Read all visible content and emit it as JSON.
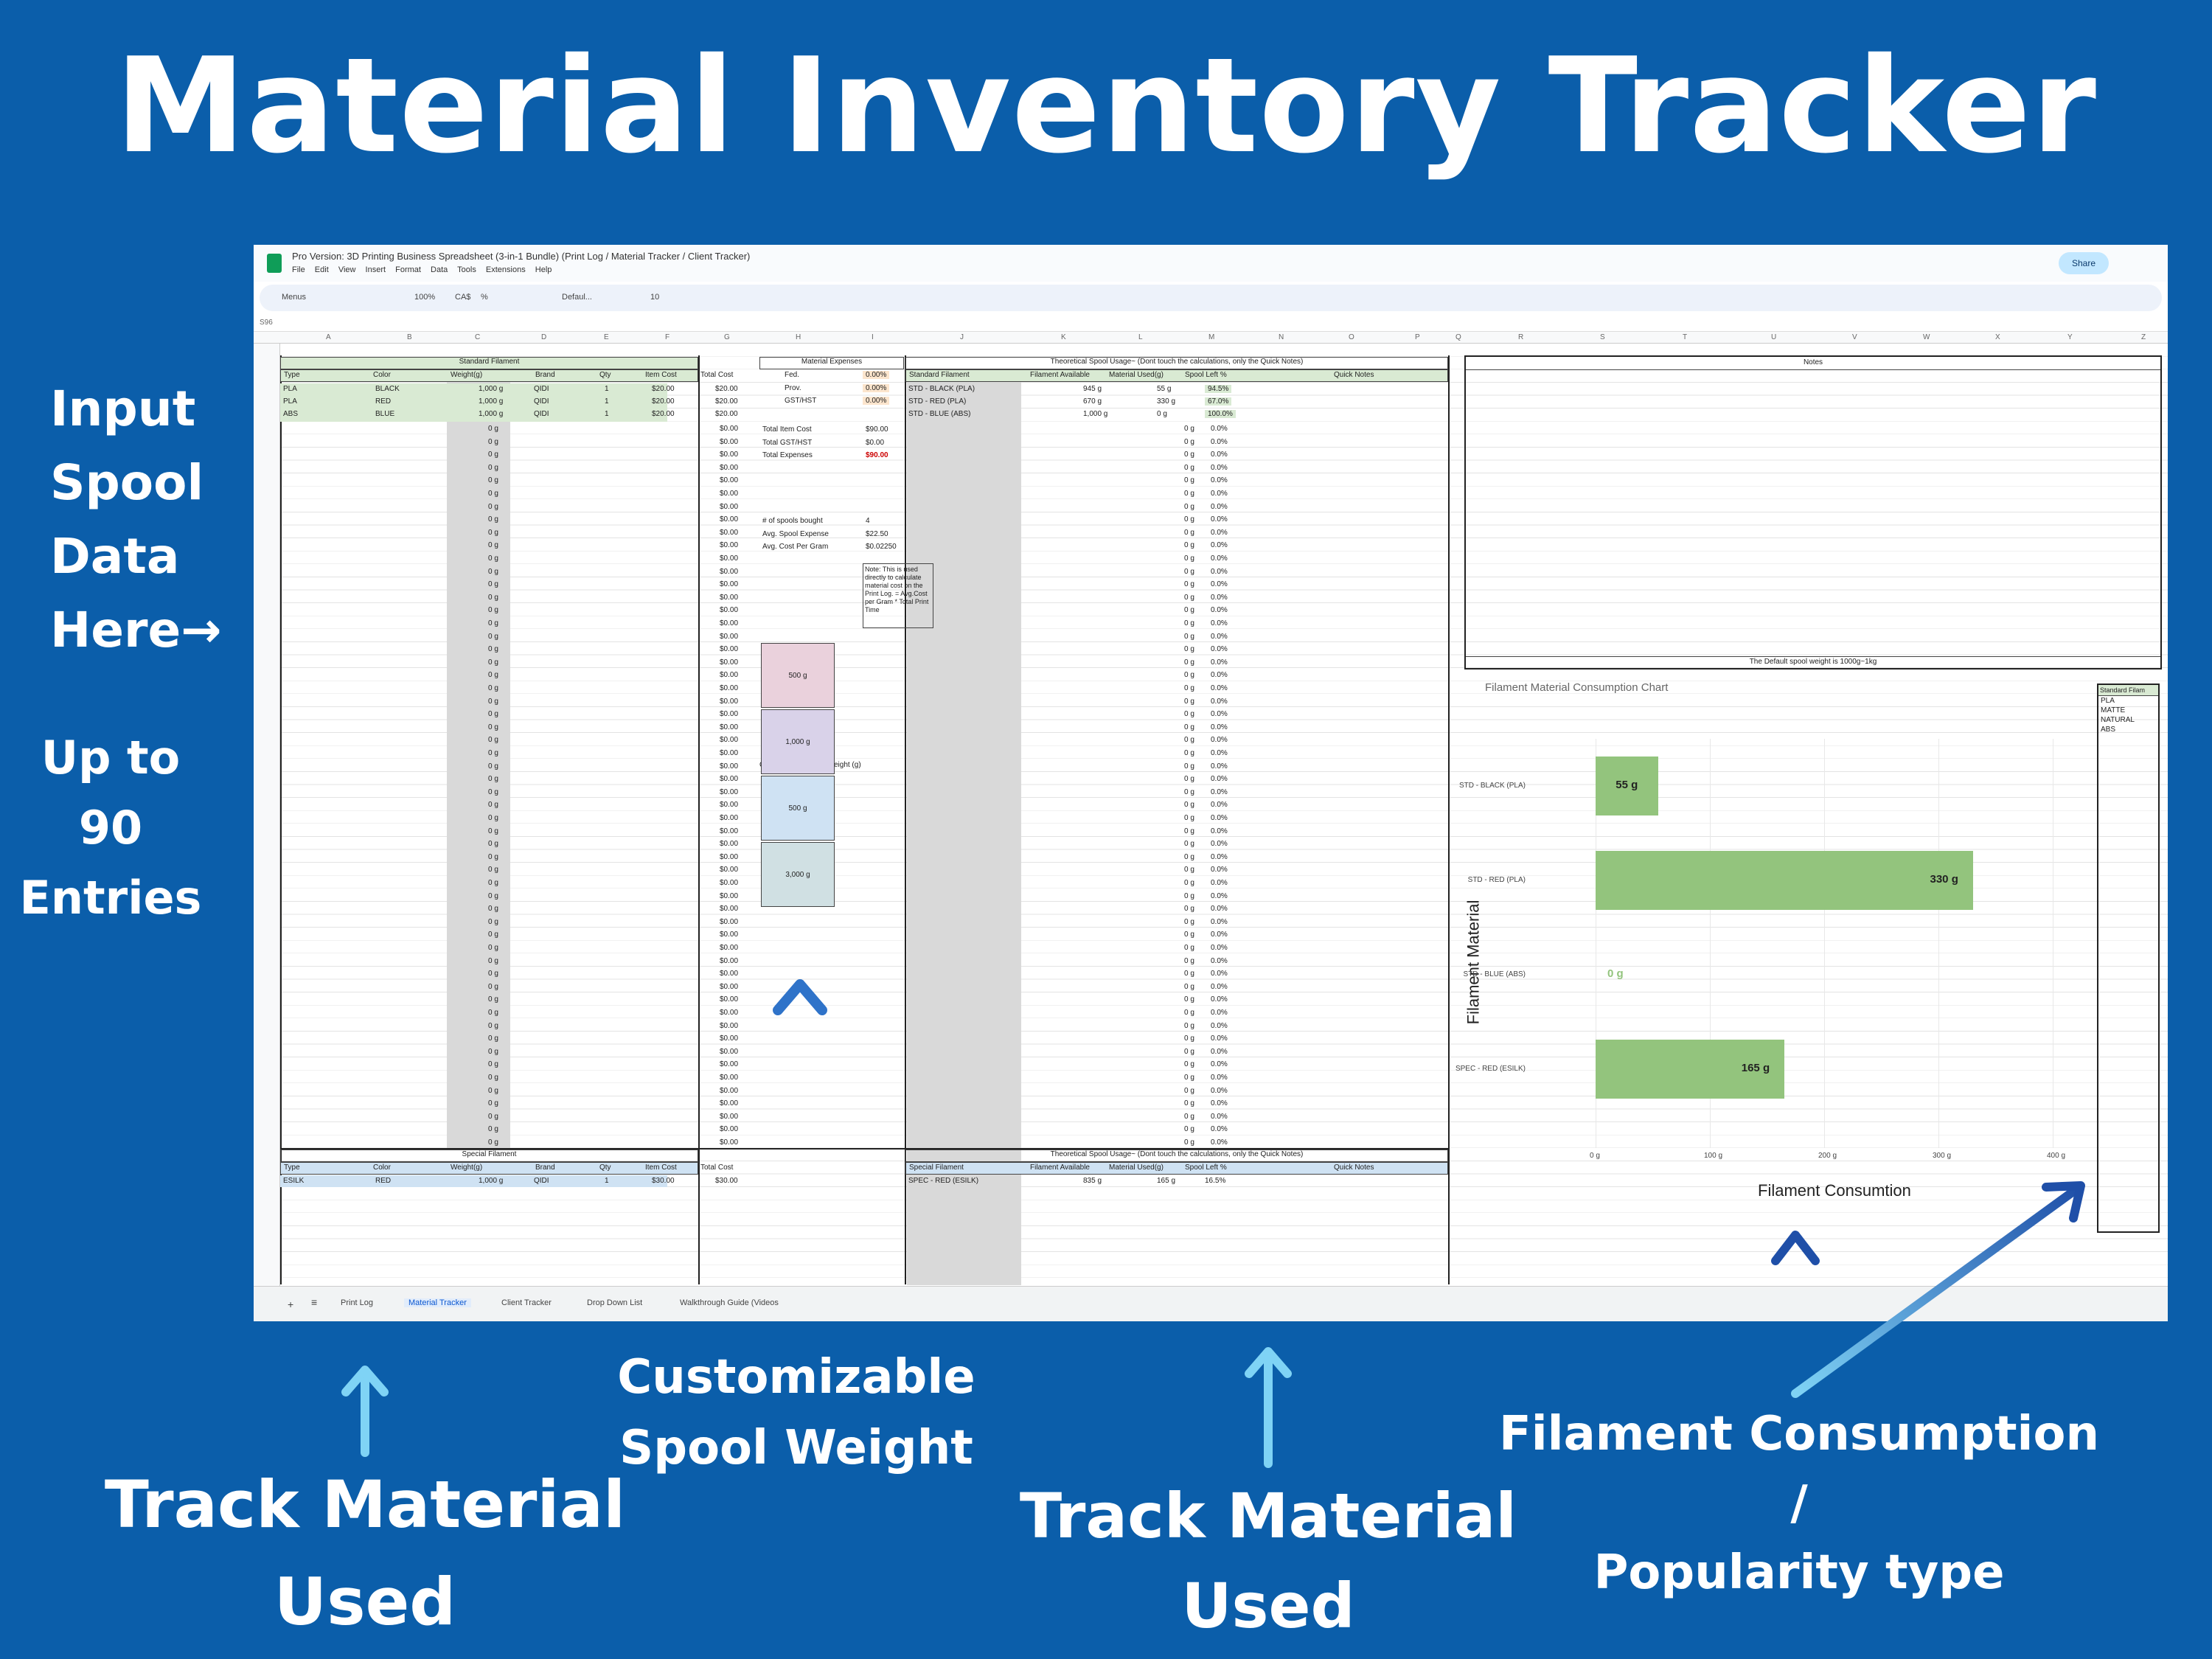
{
  "headline": "Material Inventory Tracker",
  "callouts": {
    "input_spool": [
      "Input",
      "Spool",
      "Data",
      "Here→"
    ],
    "up_to": [
      "Up to",
      "90",
      "Entries"
    ],
    "customizable": [
      "Customizable",
      "Spool Weight"
    ],
    "track_left": [
      "Track Material",
      "Used"
    ],
    "track_right": [
      "Track Material",
      "Used"
    ],
    "consumption": [
      "Filament Consumption /",
      "Popularity type"
    ]
  },
  "spreadsheet": {
    "doc_title": "Pro Version: 3D Printing Business Spreadsheet (3-in-1 Bundle) (Print Log / Material Tracker / Client Tracker)",
    "menu": [
      "File",
      "Edit",
      "View",
      "Insert",
      "Format",
      "Data",
      "Tools",
      "Extensions",
      "Help"
    ],
    "share_label": "Share",
    "toolbar": {
      "menus": "Menus",
      "zoom": "100%",
      "currency": "CA$",
      "percent": "%",
      "font": "Defaul...",
      "font_size": "10"
    },
    "cell_ref": "S96",
    "columns": [
      "A",
      "B",
      "C",
      "D",
      "E",
      "F",
      "G",
      "H",
      "I",
      "J",
      "K",
      "L",
      "M",
      "N",
      "O",
      "P",
      "Q",
      "R",
      "S",
      "T",
      "U",
      "V",
      "W",
      "X",
      "Y",
      "Z"
    ],
    "standard_section": {
      "title": "Standard Filament",
      "headers": [
        "Type",
        "Color",
        "Weight(g)",
        "Brand",
        "Qty",
        "Item Cost",
        "Total Cost"
      ],
      "rows": [
        [
          "PLA",
          "BLACK",
          "1,000 g",
          "QIDI",
          "1",
          "$20.00",
          "$20.00"
        ],
        [
          "PLA",
          "RED",
          "1,000 g",
          "QIDI",
          "1",
          "$20.00",
          "$20.00"
        ],
        [
          "ABS",
          "BLUE",
          "1,000 g",
          "QIDI",
          "1",
          "$20.00",
          "$20.00"
        ]
      ],
      "empty_weight": "0 g",
      "empty_cost": "$0.00"
    },
    "expenses": {
      "title": "Material Expenses",
      "rows": [
        [
          "Fed.",
          "0.00%"
        ],
        [
          "Prov.",
          "0.00%"
        ],
        [
          "GST/HST",
          "0.00%"
        ]
      ],
      "totals": [
        [
          "Total Item Cost",
          "$90.00"
        ],
        [
          "Total GST/HST",
          "$0.00"
        ],
        [
          "Total Expenses",
          "$90.00"
        ]
      ],
      "spools": [
        [
          "# of spools bought",
          "4"
        ],
        [
          "Avg. Spool Expense",
          "$22.50"
        ],
        [
          "Avg. Cost Per Gram",
          "$0.02250"
        ]
      ],
      "note": "Note: This is used directly to calculate material cost on the Print Log. = Avg.Cost per Gram * Total Print Time",
      "custom_weight_title": "Customizable Spool Weight (g)",
      "custom_weights": [
        "500 g",
        "1,000 g",
        "500 g",
        "3,000 g"
      ]
    },
    "theoretical": {
      "title": "Theoretical Spool Usage~ (Dont touch the calculations, only the Quick Notes)",
      "headers": [
        "Standard Filament",
        "Filament Available",
        "Material Used(g)",
        "Spool Left %",
        "Quick Notes"
      ],
      "rows": [
        [
          "STD - BLACK (PLA)",
          "945 g",
          "55 g",
          "94.5%"
        ],
        [
          "STD - RED (PLA)",
          "670 g",
          "330 g",
          "67.0%"
        ],
        [
          "STD - BLUE (ABS)",
          "1,000 g",
          "0 g",
          "100.0%"
        ]
      ],
      "empty_pct": "0.0%"
    },
    "special_section": {
      "title": "Special Filament",
      "headers": [
        "Type",
        "Color",
        "Weight(g)",
        "Brand",
        "Qty",
        "Item Cost",
        "Total Cost"
      ],
      "rows": [
        [
          "ESILK",
          "RED",
          "1,000 g",
          "QIDI",
          "1",
          "$30.00",
          "$30.00"
        ]
      ]
    },
    "theoretical_special": {
      "headers": [
        "Special Filament",
        "Filament Available",
        "Material Used(g)",
        "Spool Left %",
        "Quick Notes"
      ],
      "rows": [
        [
          "SPEC - RED (ESILK)",
          "835 g",
          "165 g",
          "16.5%"
        ]
      ]
    },
    "notes": {
      "title": "Notes",
      "footer": "The Default spool weight is 1000g~1kg"
    },
    "side_table": {
      "header": "Standard Filam",
      "rows": [
        "PLA",
        "MATTE",
        "NATURAL",
        "ABS"
      ]
    },
    "tabs": [
      "Print Log",
      "Material Tracker",
      "Client Tracker",
      "Drop Down List",
      "Walkthrough Guide (Videos"
    ],
    "active_tab": "Material Tracker"
  },
  "chart_data": {
    "type": "bar",
    "orientation": "horizontal",
    "title": "Filament Material Consumption Chart",
    "xlabel": "Filament Consumtion",
    "ylabel": "Filament Material",
    "categories": [
      "STD - BLACK (PLA)",
      "STD - RED (PLA)",
      "STD - BLUE (ABS)",
      "SPEC - RED (ESILK)"
    ],
    "values": [
      55,
      330,
      0,
      165
    ],
    "value_labels": [
      "55 g",
      "330 g",
      "0 g",
      "165 g"
    ],
    "xlim": [
      0,
      400
    ],
    "ticks": [
      "0 g",
      "100 g",
      "200 g",
      "300 g",
      "400 g"
    ],
    "bar_color": "#93c47d",
    "grid": true
  }
}
